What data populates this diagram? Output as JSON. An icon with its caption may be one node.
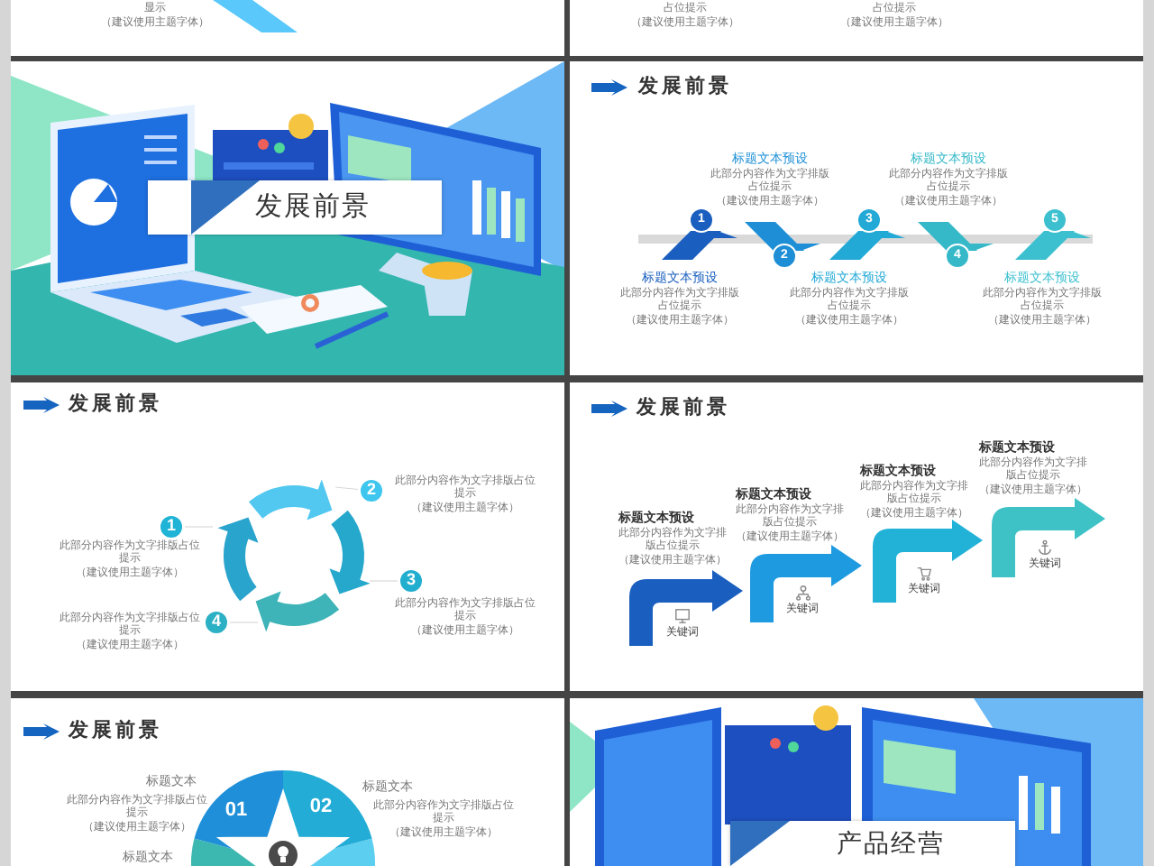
{
  "diagram": {
    "nodes": [
      {
        "text": [
          "发展前景"
        ]
      },
      {
        "text": [
          "1"
        ],
        "beside": [
          "标题文本预设",
          "此部分内容作为文字排版占位提示",
          "（建议使用主题字体）"
        ]
      },
      {
        "text": [
          "2"
        ],
        "beside": [
          "标题文本预设",
          "此部分内容作为文字排版占位提示",
          "（建议使用主题字体）"
        ]
      },
      {
        "text": [
          "3"
        ],
        "beside": [
          "标题文本预设",
          "此部分内容作为文字排版占位提示",
          "（建议使用主题字体）"
        ]
      },
      {
        "text": [
          "4"
        ],
        "beside": [
          "标题文本预设",
          "此部分内容作为文字排版占位提示",
          "（建议使用主题字体）"
        ]
      },
      {
        "text": [
          "5"
        ],
        "beside": [
          "标题文本预设",
          "此部分内容作为文字排版占位提示",
          "（建议使用主题字体）"
        ]
      },
      {
        "text": [
          "1"
        ],
        "beside": [
          "此部分内容作为文字排版占位提示",
          "（建议使用主题字体）"
        ]
      },
      {
        "text": [
          "2"
        ],
        "beside": [
          "此部分内容作为文字排版占位提示",
          "（建议使用主题字体）"
        ]
      },
      {
        "text": [
          "3"
        ],
        "beside": [
          "此部分内容作为文字排版占位提示",
          "（建议使用主题字体）"
        ]
      },
      {
        "text": [
          "4"
        ],
        "beside": [
          "此部分内容作为文字排版占位提示",
          "（建议使用主题字体）"
        ]
      },
      {
        "text": [
          "关键词"
        ],
        "beside": [
          "标题文本预设",
          "此部分内容作为文字排版占位提示",
          "（建议使用主题字体）"
        ]
      },
      {
        "text": [
          "关键词"
        ],
        "beside": [
          "标题文本预设",
          "此部分内容作为文字排版占位提示",
          "（建议使用主题字体）"
        ]
      },
      {
        "text": [
          "关键词"
        ],
        "beside": [
          "标题文本预设",
          "此部分内容作为文字排版占位提示",
          "（建议使用主题字体）"
        ]
      },
      {
        "text": [
          "关键词"
        ],
        "beside": [
          "标题文本预设",
          "此部分内容作为文字排版占位提示",
          "（建议使用主题字体）"
        ]
      },
      {
        "text": [
          "01"
        ],
        "beside": [
          "标题文本",
          "此部分内容作为文字排版占位提示",
          "（建议使用主题字体）"
        ]
      },
      {
        "text": [
          "02"
        ],
        "beside": [
          "标题文本",
          "此部分内容作为文字排版占位提示",
          "（建议使用主题字体）"
        ]
      },
      {
        "text": [
          "产品经营"
        ]
      }
    ],
    "edges": [
      {
        "from": 6,
        "to": null,
        "arrow": "none"
      },
      {
        "from": 7,
        "to": null,
        "arrow": "none"
      },
      {
        "from": 8,
        "to": null,
        "arrow": "none"
      },
      {
        "from": 9,
        "to": null,
        "arrow": "none"
      }
    ],
    "labels": [
      "显示",
      "（建议使用主题字体）",
      "占位提示",
      "（建议使用主题字体）",
      "占位提示",
      "（建议使用主题字体）",
      "发展前景",
      "发展前景",
      "发展前景",
      "发展前景",
      "标题文本"
    ]
  }
}
